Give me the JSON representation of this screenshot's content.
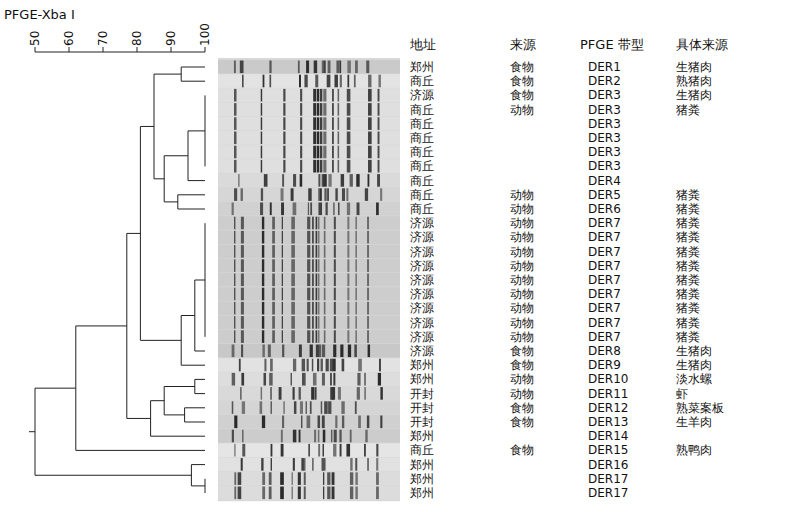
{
  "diagram": {
    "labels": [
      "PFGE-Xba I",
      "50",
      "60",
      "70",
      "80",
      "90",
      "100",
      "地址",
      "来源",
      "PFGE 带型",
      "具体来源",
      "郑州",
      "食物",
      "DER1",
      "生猪肉",
      "商丘",
      "食物",
      "DER2",
      "熟猪肉",
      "济源",
      "食物",
      "DER3",
      "生猪肉",
      "商丘",
      "动物",
      "DER3",
      "猪粪",
      "商丘",
      "DER3",
      "商丘",
      "DER3",
      "商丘",
      "DER3",
      "商丘",
      "DER3",
      "商丘",
      "DER4",
      "商丘",
      "动物",
      "DER5",
      "猪粪",
      "商丘",
      "动物",
      "DER6",
      "猪粪",
      "济源",
      "动物",
      "DER7",
      "猪粪",
      "济源",
      "动物",
      "DER7",
      "猪粪",
      "济源",
      "动物",
      "DER7",
      "猪粪",
      "济源",
      "动物",
      "DER7",
      "猪粪",
      "济源",
      "动物",
      "DER7",
      "猪粪",
      "济源",
      "动物",
      "DER7",
      "猪粪",
      "济源",
      "动物",
      "DER7",
      "猪粪",
      "济源",
      "动物",
      "DER7",
      "猪粪",
      "济源",
      "动物",
      "DER7",
      "猪粪",
      "济源",
      "食物",
      "DER8",
      "生猪肉",
      "郑州",
      "食物",
      "DER9",
      "生猪肉",
      "郑州",
      "动物",
      "DER10",
      "淡水螺",
      "开封",
      "动物",
      "DER11",
      "虾",
      "开封",
      "食物",
      "DER12",
      "熟菜案板",
      "开封",
      "食物",
      "DER13",
      "生羊肉",
      "郑州",
      "DER14",
      "商丘",
      "食物",
      "DER15",
      "熟鸭肉",
      "郑州",
      "DER16",
      "郑州",
      "DER17",
      "郑州",
      "DER17"
    ]
  }
}
